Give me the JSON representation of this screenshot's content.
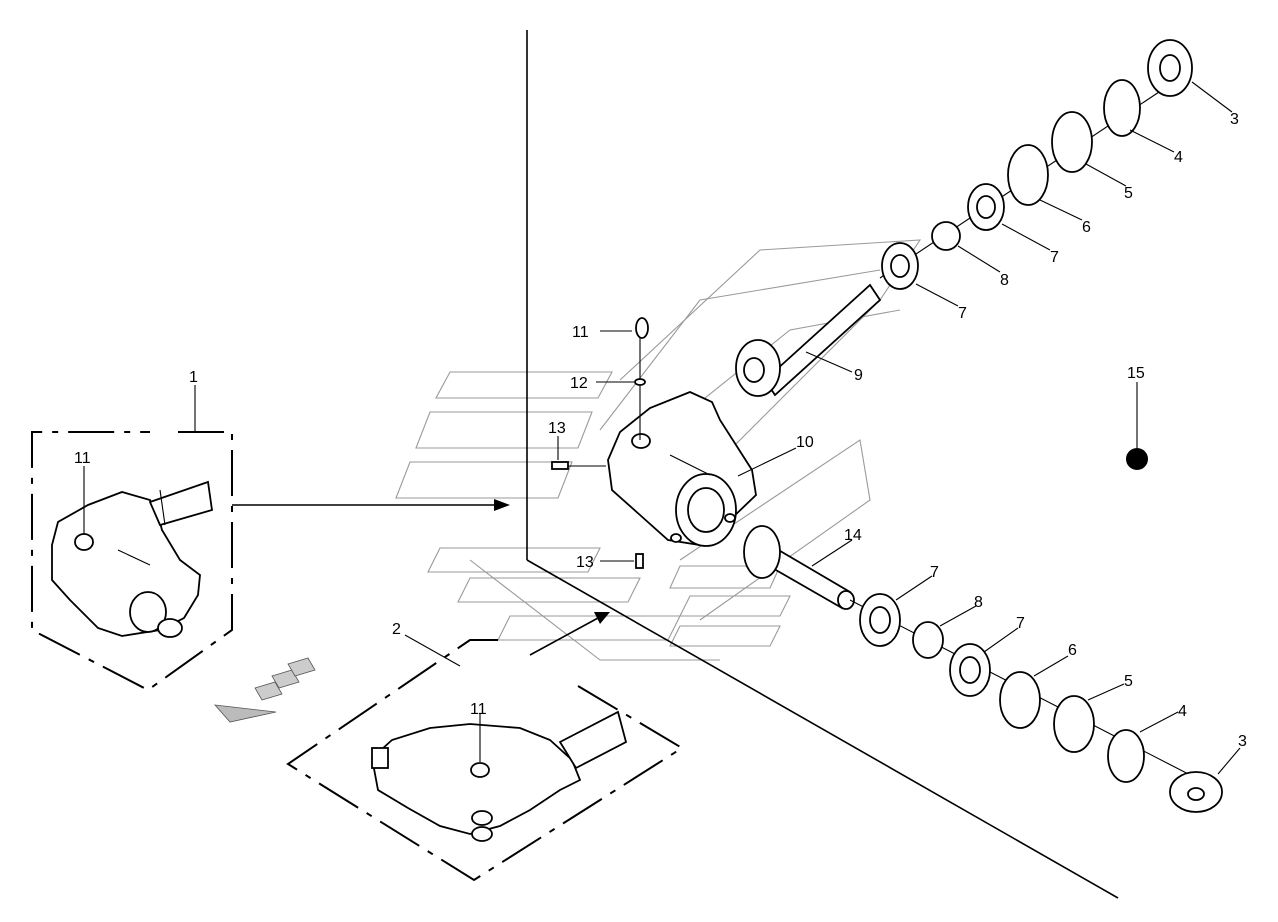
{
  "callouts": [
    {
      "id": "c-1",
      "text": "1"
    },
    {
      "id": "c-2",
      "text": "2"
    },
    {
      "id": "c-3a",
      "text": "3"
    },
    {
      "id": "c-3b",
      "text": "3"
    },
    {
      "id": "c-4a",
      "text": "4"
    },
    {
      "id": "c-4b",
      "text": "4"
    },
    {
      "id": "c-5a",
      "text": "5"
    },
    {
      "id": "c-5b",
      "text": "5"
    },
    {
      "id": "c-6a",
      "text": "6"
    },
    {
      "id": "c-6b",
      "text": "6"
    },
    {
      "id": "c-7a",
      "text": "7"
    },
    {
      "id": "c-7b",
      "text": "7"
    },
    {
      "id": "c-7c",
      "text": "7"
    },
    {
      "id": "c-7d",
      "text": "7"
    },
    {
      "id": "c-8a",
      "text": "8"
    },
    {
      "id": "c-8b",
      "text": "8"
    },
    {
      "id": "c-9",
      "text": "9"
    },
    {
      "id": "c-10",
      "text": "10"
    },
    {
      "id": "c-11a",
      "text": "11"
    },
    {
      "id": "c-11b",
      "text": "11"
    },
    {
      "id": "c-11c",
      "text": "11"
    },
    {
      "id": "c-12",
      "text": "12"
    },
    {
      "id": "c-13a",
      "text": "13"
    },
    {
      "id": "c-13b",
      "text": "13"
    },
    {
      "id": "c-14",
      "text": "14"
    },
    {
      "id": "c-15",
      "text": "15"
    }
  ],
  "colors": {
    "ink": "#000000",
    "watermark": "#9a9a9a",
    "background": "#ffffff"
  }
}
